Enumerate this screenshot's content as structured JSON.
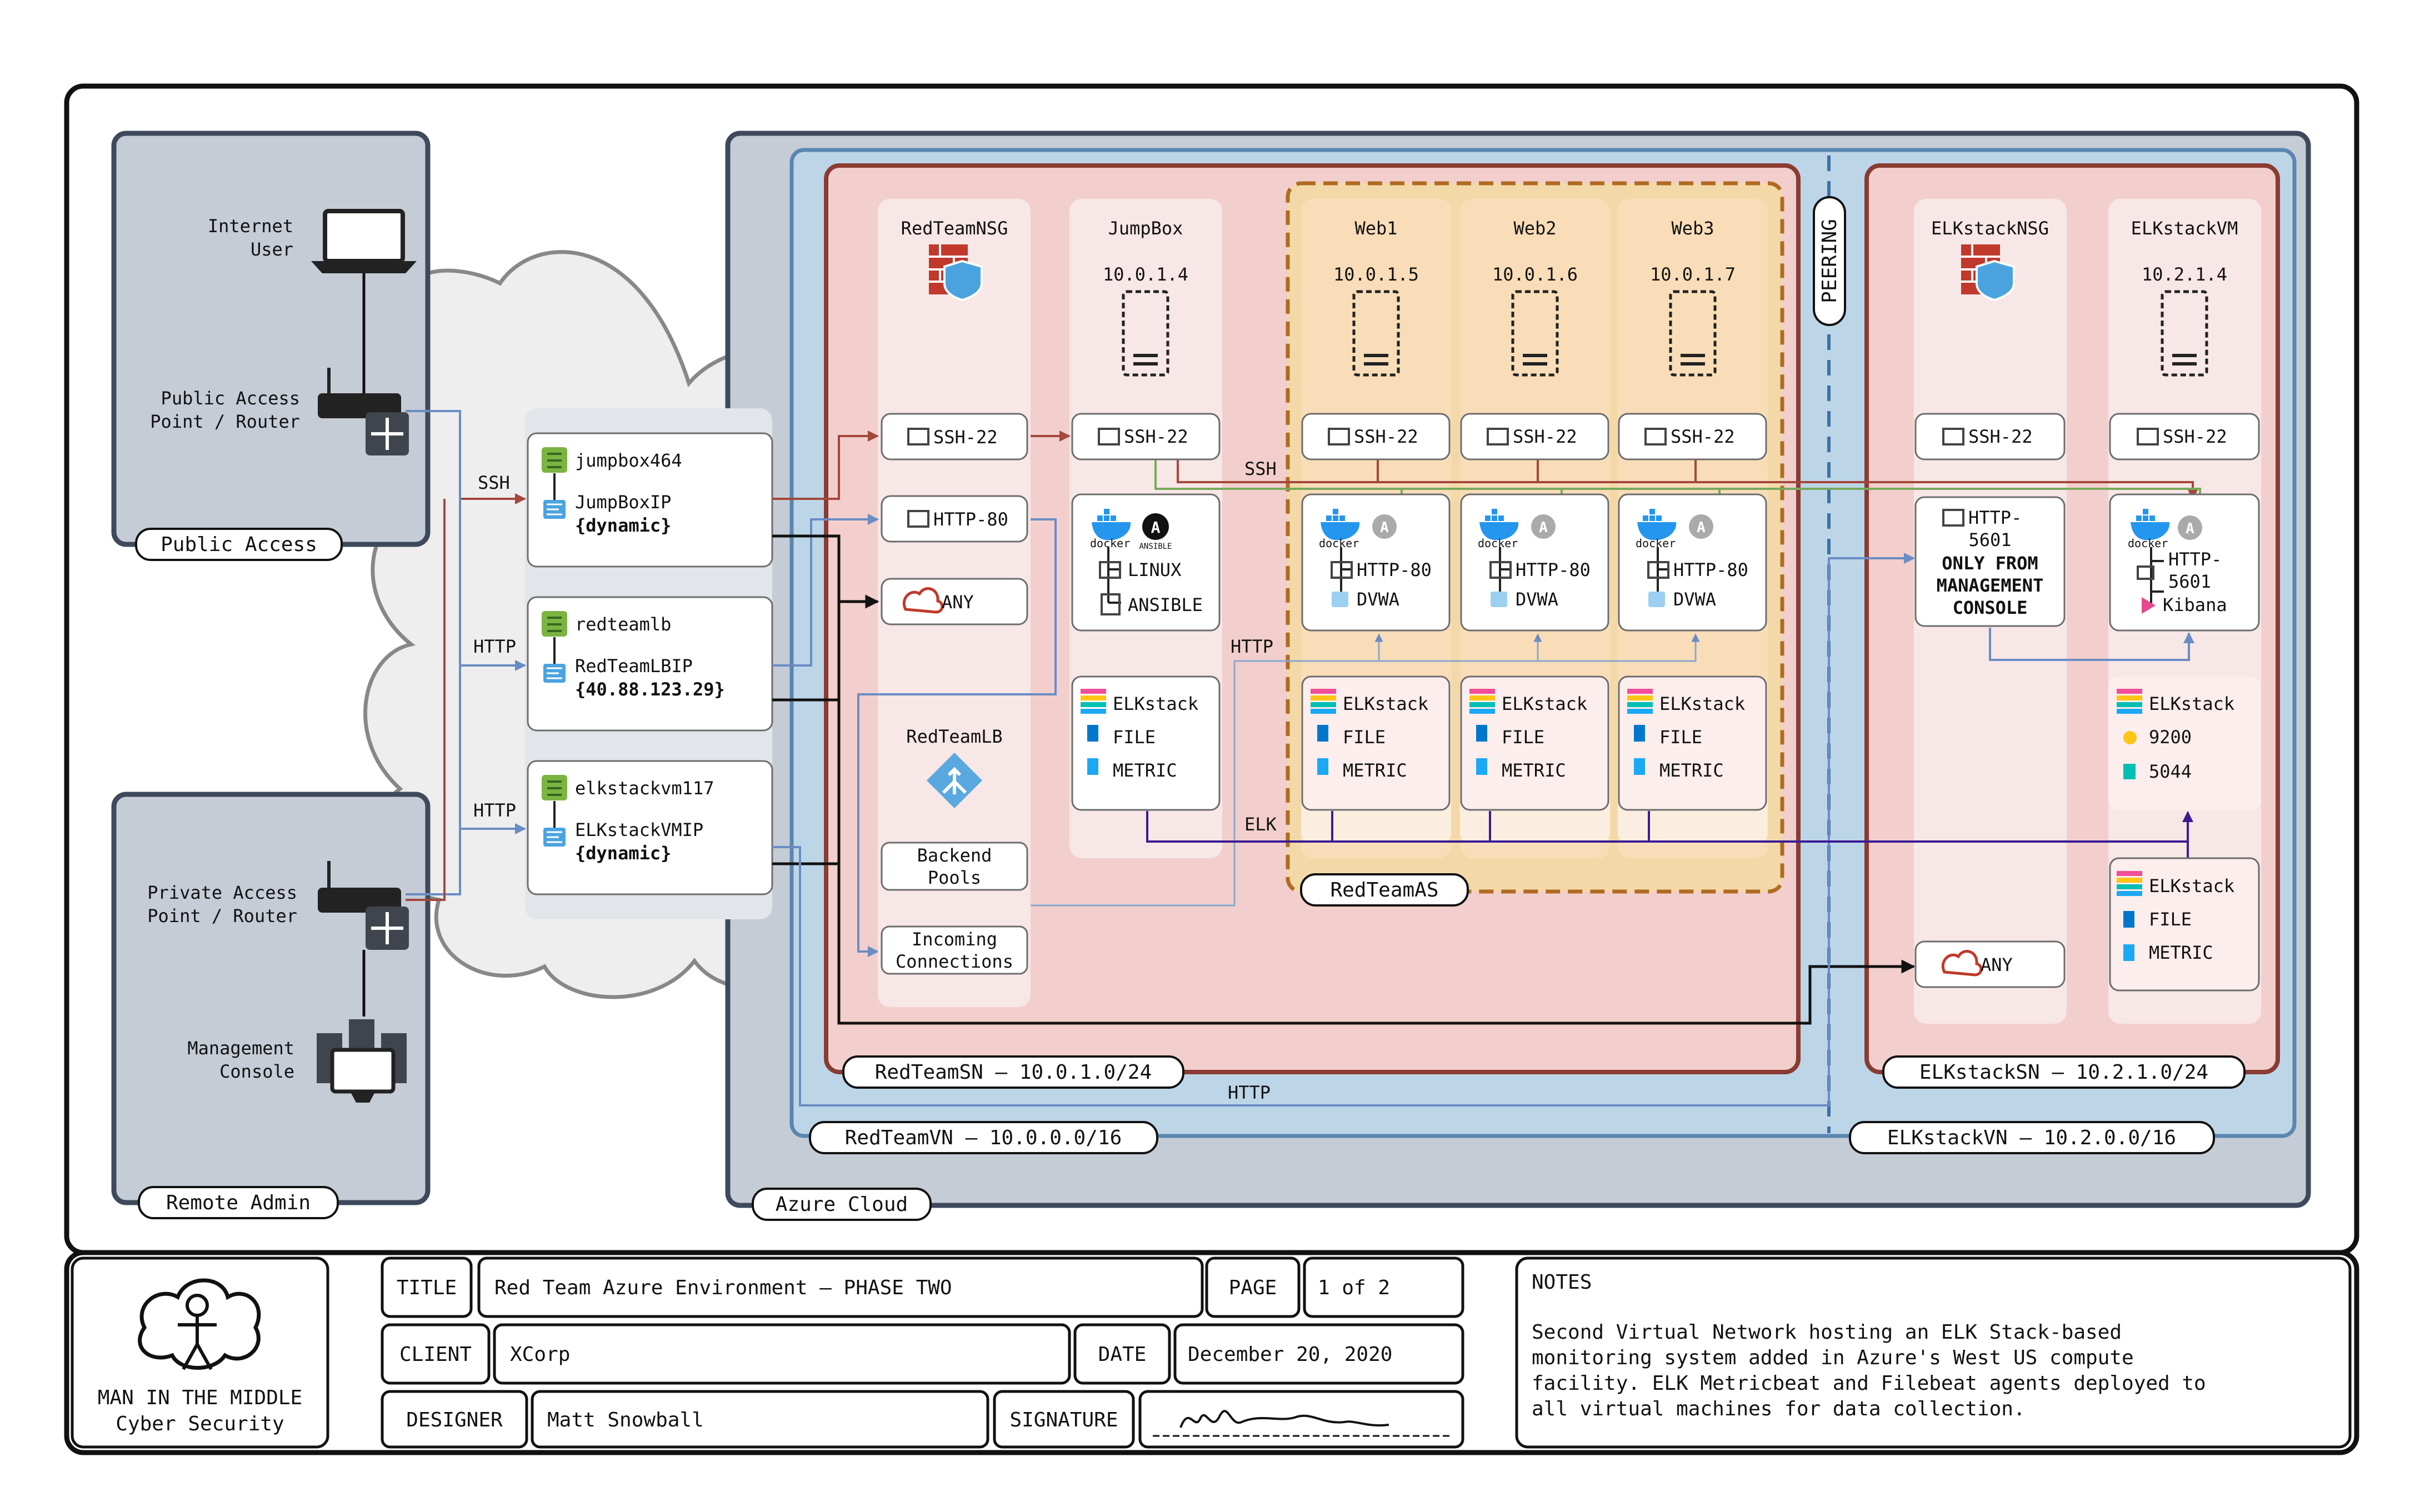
{
  "zones": {
    "public_access": "Public Access",
    "remote_admin": "Remote Admin",
    "azure_cloud": "Azure Cloud",
    "redteam_vn": "RedTeamVN – 10.0.0.0/16",
    "elk_vn": "ELKstackVN – 10.2.0.0/16",
    "redteam_sn": "RedTeamSN – 10.0.1.0/24",
    "elk_sn": "ELKstackSN – 10.2.1.0/24",
    "redteam_as": "RedTeamAS",
    "peering": "PEERING"
  },
  "left": {
    "internet_user": [
      "Internet",
      "User"
    ],
    "public_router": [
      "Public Access",
      "Point / Router"
    ],
    "private_router": [
      "Private Access",
      "Point / Router"
    ],
    "management_console": [
      "Management",
      "Console"
    ]
  },
  "ips": [
    {
      "name": "jumpbox464",
      "label": "JumpBoxIP",
      "value": "{dynamic}"
    },
    {
      "name": "redteamlb",
      "label": "RedTeamLBIP",
      "value": "{40.88.123.29}"
    },
    {
      "name": "elkstackvm117",
      "label": "ELKstackVMIP",
      "value": "{dynamic}"
    }
  ],
  "wire_labels": {
    "ssh": "SSH",
    "http1": "HTTP",
    "http2": "HTTP",
    "ssh_mid": "SSH",
    "http_mid": "HTTP",
    "elk": "ELK",
    "http_bottom": "HTTP"
  },
  "redteam_nsg": {
    "title": "RedTeamNSG",
    "rules": [
      "SSH-22",
      "HTTP-80",
      "ANY"
    ]
  },
  "redteam_lb": {
    "title": "RedTeamLB",
    "backend": [
      "Backend",
      "Pools"
    ],
    "incoming": [
      "Incoming",
      "Connections"
    ]
  },
  "jumpbox": {
    "title": "JumpBox",
    "ip": "10.0.1.4",
    "rule": "SSH-22",
    "linux": "LINUX",
    "ansible": "ANSIBLE",
    "elk": [
      "ELKstack",
      "FILE",
      "METRIC"
    ]
  },
  "webs": [
    {
      "title": "Web1",
      "ip": "10.0.1.5",
      "rule": "SSH-22",
      "http": "HTTP-80",
      "app": "DVWA",
      "elk": [
        "ELKstack",
        "FILE",
        "METRIC"
      ]
    },
    {
      "title": "Web2",
      "ip": "10.0.1.6",
      "rule": "SSH-22",
      "http": "HTTP-80",
      "app": "DVWA",
      "elk": [
        "ELKstack",
        "FILE",
        "METRIC"
      ]
    },
    {
      "title": "Web3",
      "ip": "10.0.1.7",
      "rule": "SSH-22",
      "http": "HTTP-80",
      "app": "DVWA",
      "elk": [
        "ELKstack",
        "FILE",
        "METRIC"
      ]
    }
  ],
  "elk_nsg": {
    "title": "ELKstackNSG",
    "ssh": "SSH-22",
    "http": [
      "HTTP-",
      "5601"
    ],
    "mgmt": [
      "ONLY FROM",
      "MANAGEMENT",
      "CONSOLE"
    ],
    "any": "ANY"
  },
  "elk_vm": {
    "title": "ELKstackVM",
    "ip": "10.2.1.4",
    "ssh": "SSH-22",
    "http": [
      "HTTP-",
      "5601"
    ],
    "kibana": "Kibana",
    "stack": [
      "ELKstack",
      "9200",
      "5044"
    ],
    "beats": [
      "ELKstack",
      "FILE",
      "METRIC"
    ]
  },
  "icon_texts": {
    "docker": "docker",
    "ansible": "ANSIBLE"
  },
  "titleblock": {
    "company": [
      "MAN IN THE MIDDLE",
      "Cyber Security"
    ],
    "title_label": "TITLE",
    "title": "Red Team Azure Environment – PHASE TWO",
    "page_label": "PAGE",
    "page": "1 of 2",
    "client_label": "CLIENT",
    "client": "XCorp",
    "date_label": "DATE",
    "date": "December 20, 2020",
    "designer_label": "DESIGNER",
    "designer": "Matt Snowball",
    "signature_label": "SIGNATURE",
    "notes_label": "NOTES",
    "notes": [
      "Second Virtual Network hosting an ELK Stack-based",
      "monitoring system added in Azure's West US compute",
      "facility. ELK Metricbeat and Filebeat agents deployed to",
      "all virtual machines for data collection."
    ]
  }
}
